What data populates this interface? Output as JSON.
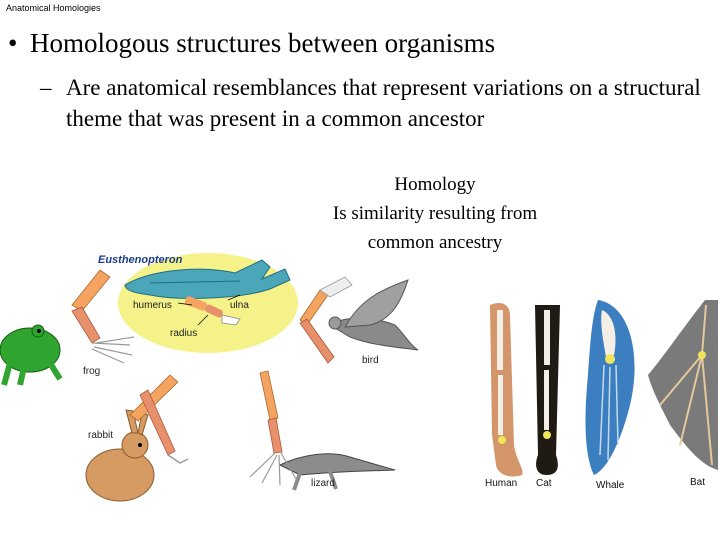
{
  "header": {
    "title": "Anatomical Homologies"
  },
  "bullet1": {
    "symbol": "•",
    "text": "Homologous structures between organisms"
  },
  "bullet2": {
    "symbol": "–",
    "text": "Are anatomical resemblances that represent variations on a structural theme that was present in a common ancestor"
  },
  "homology_box": {
    "line1": "Homology",
    "line2": "Is similarity resulting from",
    "line3": "common ancestry"
  },
  "left_figure": {
    "eusthenopteron": "Eusthenopteron",
    "humerus": "humerus",
    "ulna": "ulna",
    "radius": "radius",
    "frog": "frog",
    "bird": "bird",
    "rabbit": "rabbit",
    "lizard": "lizard"
  },
  "right_figure": {
    "human": "Human",
    "cat": "Cat",
    "whale": "Whale",
    "bat": "Bat"
  },
  "colors": {
    "humerus": "#f4a460",
    "radius_ulna": "#e8906b",
    "fish_highlight": "#f5f28a",
    "fish_body": "#4aa6b8",
    "frog": "#2fa52f",
    "rabbit": "#d69a63"
  }
}
